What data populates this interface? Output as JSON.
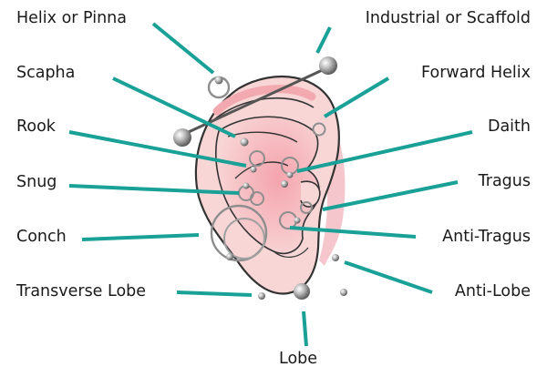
{
  "colors": {
    "leader": "#1aa197",
    "skin": "#f7cfcf",
    "skin_shadow": "#ef9aa2",
    "outline": "#333333",
    "metal": "#9a9a9a"
  },
  "labels": {
    "helix": "Helix or Pinna",
    "industrial": "Industrial or Scaffold",
    "scapha": "Scapha",
    "forward_helix": "Forward Helix",
    "rook": "Rook",
    "daith": "Daith",
    "snug": "Snug",
    "tragus": "Tragus",
    "conch": "Conch",
    "anti_tragus": "Anti-Tragus",
    "transverse_lobe": "Transverse Lobe",
    "anti_lobe": "Anti-Lobe",
    "lobe": "Lobe"
  }
}
